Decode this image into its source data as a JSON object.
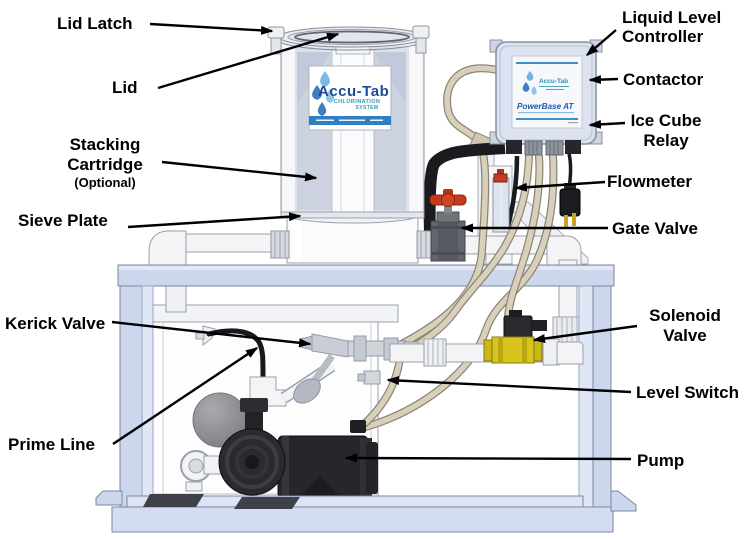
{
  "callouts": {
    "lid_latch": {
      "label": "Lid Latch"
    },
    "lid": {
      "label": "Lid"
    },
    "stacking_cartridge": {
      "line1": "Stacking",
      "line2": "Cartridge",
      "line3": "(Optional)"
    },
    "sieve_plate": {
      "label": "Sieve Plate"
    },
    "kerick_valve": {
      "label": "Kerick Valve"
    },
    "prime_line": {
      "label": "Prime Line"
    },
    "liquid_level_controller": {
      "line1": "Liquid Level",
      "line2": "Controller"
    },
    "contactor": {
      "label": "Contactor"
    },
    "ice_cube_relay": {
      "line1": "Ice Cube",
      "line2": "Relay"
    },
    "flowmeter": {
      "label": "Flowmeter"
    },
    "gate_valve": {
      "label": "Gate Valve"
    },
    "solenoid_valve": {
      "line1": "Solenoid",
      "line2": "Valve"
    },
    "level_switch": {
      "label": "Level Switch"
    },
    "pump": {
      "label": "Pump"
    }
  },
  "equipment": {
    "tank_label": {
      "brand": "Accu-Tab",
      "tagline1": "CHLORINATION",
      "tagline2": "SYSTEM"
    },
    "controller": {
      "brand": "Accu-Tab",
      "model": "PowerBase AT"
    }
  },
  "colors": {
    "frame_blue": "#ccd7ee",
    "label_bar_blue": "#2f7fc1",
    "valve_red": "#c23b1e",
    "solenoid_yellow": "#d8c41c",
    "tube_tan": "#d8d0bb",
    "callout_text": "#000000"
  }
}
